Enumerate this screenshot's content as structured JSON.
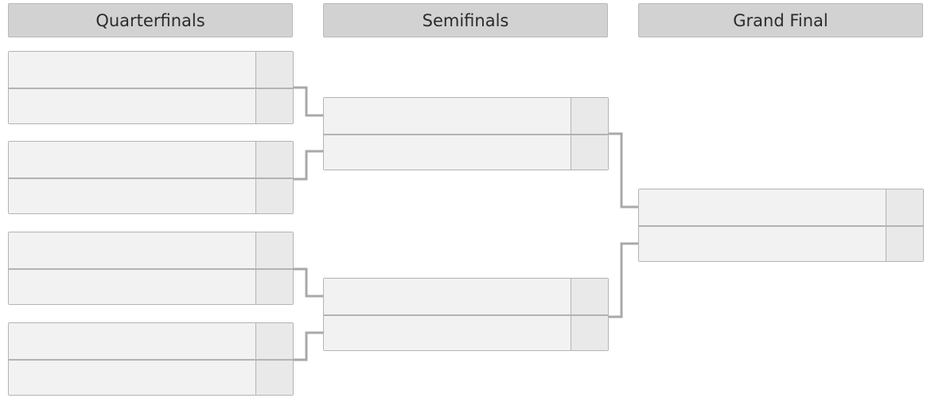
{
  "rounds": [
    {
      "label": "Quarterfinals"
    },
    {
      "label": "Semifinals"
    },
    {
      "label": "Grand Final"
    }
  ],
  "matches": {
    "qf1": {
      "team1": {
        "name": "",
        "score": ""
      },
      "team2": {
        "name": "",
        "score": ""
      }
    },
    "qf2": {
      "team1": {
        "name": "",
        "score": ""
      },
      "team2": {
        "name": "",
        "score": ""
      }
    },
    "qf3": {
      "team1": {
        "name": "",
        "score": ""
      },
      "team2": {
        "name": "",
        "score": ""
      }
    },
    "qf4": {
      "team1": {
        "name": "",
        "score": ""
      },
      "team2": {
        "name": "",
        "score": ""
      }
    },
    "sf1": {
      "team1": {
        "name": "",
        "score": ""
      },
      "team2": {
        "name": "",
        "score": ""
      }
    },
    "sf2": {
      "team1": {
        "name": "",
        "score": ""
      },
      "team2": {
        "name": "",
        "score": ""
      }
    },
    "final": {
      "team1": {
        "name": "",
        "score": ""
      },
      "team2": {
        "name": "",
        "score": ""
      }
    }
  },
  "colors": {
    "header_bg": "#d2d2d2",
    "slot_bg": "#f2f2f2",
    "score_bg": "#e9e9e9",
    "border": "#b3b3b3",
    "connector": "#a9a9a9"
  }
}
